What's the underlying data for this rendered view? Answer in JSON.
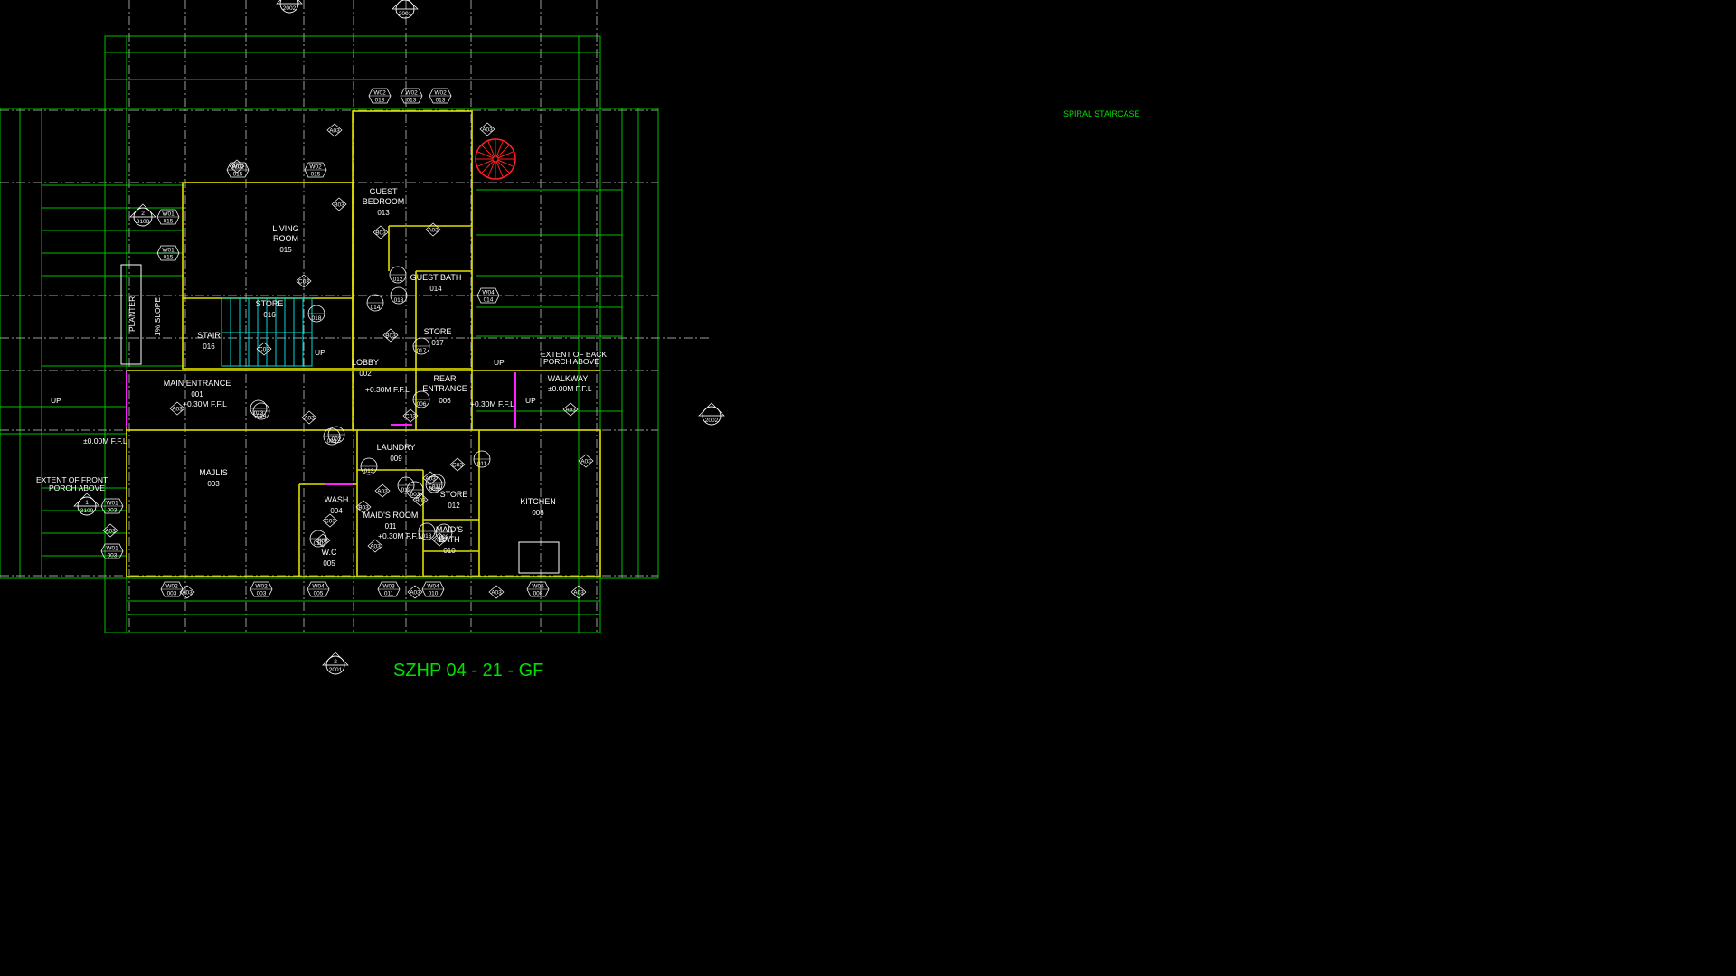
{
  "drawing": {
    "sheet_title": "SZHP 04 - 21 - GF",
    "annotation": "SPIRAL STAIRCASE",
    "colors": {
      "background": "#000000",
      "grid": "#00c000",
      "walls": "#e0e000",
      "stairs": "#00d8d8",
      "spiral_stair": "#ff2020",
      "openings": "#ff20ff",
      "text": "#ffffff",
      "title": "#00e000"
    }
  },
  "rooms": [
    {
      "label": "GUEST",
      "label2": "BEDROOM",
      "num": "013"
    },
    {
      "label": "LIVING",
      "label2": "ROOM",
      "num": "015"
    },
    {
      "label": "GUEST BATH",
      "num": "014"
    },
    {
      "label": "STORE",
      "num": "016"
    },
    {
      "label": "STAIR",
      "num": "016"
    },
    {
      "label": "STORE",
      "num": "017"
    },
    {
      "label": "LOBBY",
      "num": "002"
    },
    {
      "label": "MAIN ENTRANCE",
      "num": "001"
    },
    {
      "label": "REAR",
      "label2": "ENTRANCE",
      "num": "006"
    },
    {
      "label": "WALKWAY",
      "num": ""
    },
    {
      "label": "MAJLIS",
      "num": "003"
    },
    {
      "label": "LAUNDRY",
      "num": "009"
    },
    {
      "label": "WASH",
      "num": "004"
    },
    {
      "label": "MAID'S ROOM",
      "num": "011"
    },
    {
      "label": "STORE",
      "num": "012"
    },
    {
      "label": "KITCHEN",
      "num": "008"
    },
    {
      "label": "MAID'S",
      "label2": "BATH",
      "num": "010"
    },
    {
      "label": "W.C",
      "num": "005"
    }
  ],
  "notes": {
    "planter": "PLANTER",
    "slope": "1% SLOPE",
    "up1": "UP",
    "up2": "UP",
    "up3": "UP",
    "up4": "UP",
    "extent_back": "EXTENT OF BACK",
    "extent_back2": "PORCH ABOVE",
    "extent_front": "EXTENT OF FRONT",
    "extent_front2": "PORCH ABOVE",
    "ffl_main": "+0.30M F.F.L",
    "ffl_lobby": "+0.30M F.F.L",
    "ffl_rear": "+0.30M F.F.L",
    "ffl_walkway": "±0.00M F.F.L",
    "ffl_front": "±0.00M F.F.L",
    "ffl_maid": "+0.30M F.F.L"
  },
  "window_tags": [
    {
      "top": "W02",
      "bot": "013"
    },
    {
      "top": "W02",
      "bot": "013"
    },
    {
      "top": "W02",
      "bot": "013"
    },
    {
      "top": "W02",
      "bot": "015"
    },
    {
      "top": "W02",
      "bot": "015"
    },
    {
      "top": "W01",
      "bot": "015"
    },
    {
      "top": "W01",
      "bot": "015"
    },
    {
      "top": "W04",
      "bot": "014"
    },
    {
      "top": "W01",
      "bot": "003"
    },
    {
      "top": "W01",
      "bot": "003"
    },
    {
      "top": "W02",
      "bot": "003"
    },
    {
      "top": "W02",
      "bot": "003"
    },
    {
      "top": "W04",
      "bot": "005"
    },
    {
      "top": "W03",
      "bot": "011"
    },
    {
      "top": "W04",
      "bot": "010"
    },
    {
      "top": "W05",
      "bot": "008"
    }
  ],
  "section_marks": [
    {
      "top": "",
      "bot": "2002"
    },
    {
      "top": "",
      "bot": "2001"
    },
    {
      "top": "2",
      "bot": "3100"
    },
    {
      "top": "1",
      "bot": "3100"
    },
    {
      "top": "",
      "bot": "2002"
    },
    {
      "top": "2",
      "bot": "2001"
    }
  ],
  "door_tags": [
    "012",
    "013",
    "018",
    "014",
    "017",
    "006",
    "013",
    "003",
    "014",
    "002",
    "013",
    "003",
    "011",
    "012",
    "011",
    "009",
    "013",
    "010",
    "008"
  ],
  "elev_tags": [
    "A03",
    "A03",
    "B03",
    "B03",
    "A03",
    "C03",
    "C03",
    "B03",
    "A03",
    "C03",
    "A03",
    "B03",
    "A03",
    "A03",
    "A03",
    "C03",
    "A03",
    "A03",
    "B03",
    "A03",
    "C03",
    "B03",
    "A03",
    "A03",
    "A03",
    "A03",
    "A03",
    "A03"
  ]
}
